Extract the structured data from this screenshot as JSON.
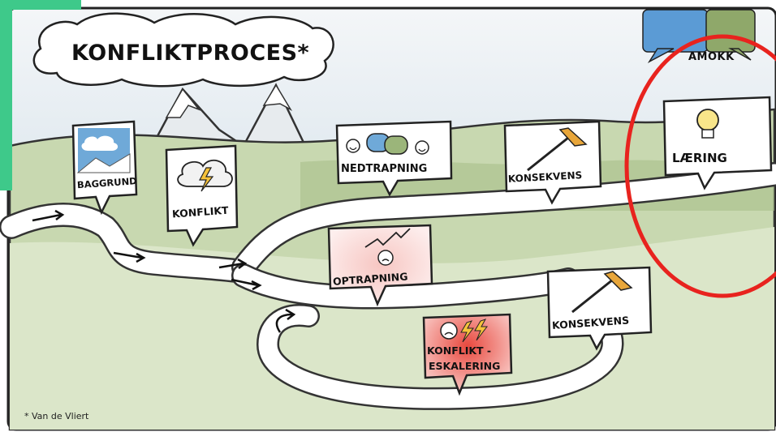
{
  "title": "KONFLIKTPROCES*",
  "logo_text": "AMOKK",
  "footnote": "* Van de Vliert",
  "nodes": {
    "baggrund": "BAGGRUND",
    "konflikt": "KONFLIKT",
    "nedtrapning": "NEDTRAPNING",
    "konsekvens_top": "KONSEKVENS",
    "laering": "LÆRING",
    "optrapning": "OPTRAPNING",
    "konsekvens_bottom": "KONSEKVENS",
    "eskalering_line1": "KONFLIKT -",
    "eskalering_line2": "ESKALERING"
  },
  "colors": {
    "sky": "#dfe9ef",
    "hill_dark": "#b3c69a",
    "hill_light": "#d6e2c4",
    "path": "#ffffff",
    "highlight_circle": "#e8231e",
    "green_bar": "#3ec98a",
    "logo_blue": "#5b9bd5",
    "logo_green": "#8fa86a",
    "optrapning_fill": "#f2b3ae",
    "eskalering_fill": "#e8493f"
  }
}
